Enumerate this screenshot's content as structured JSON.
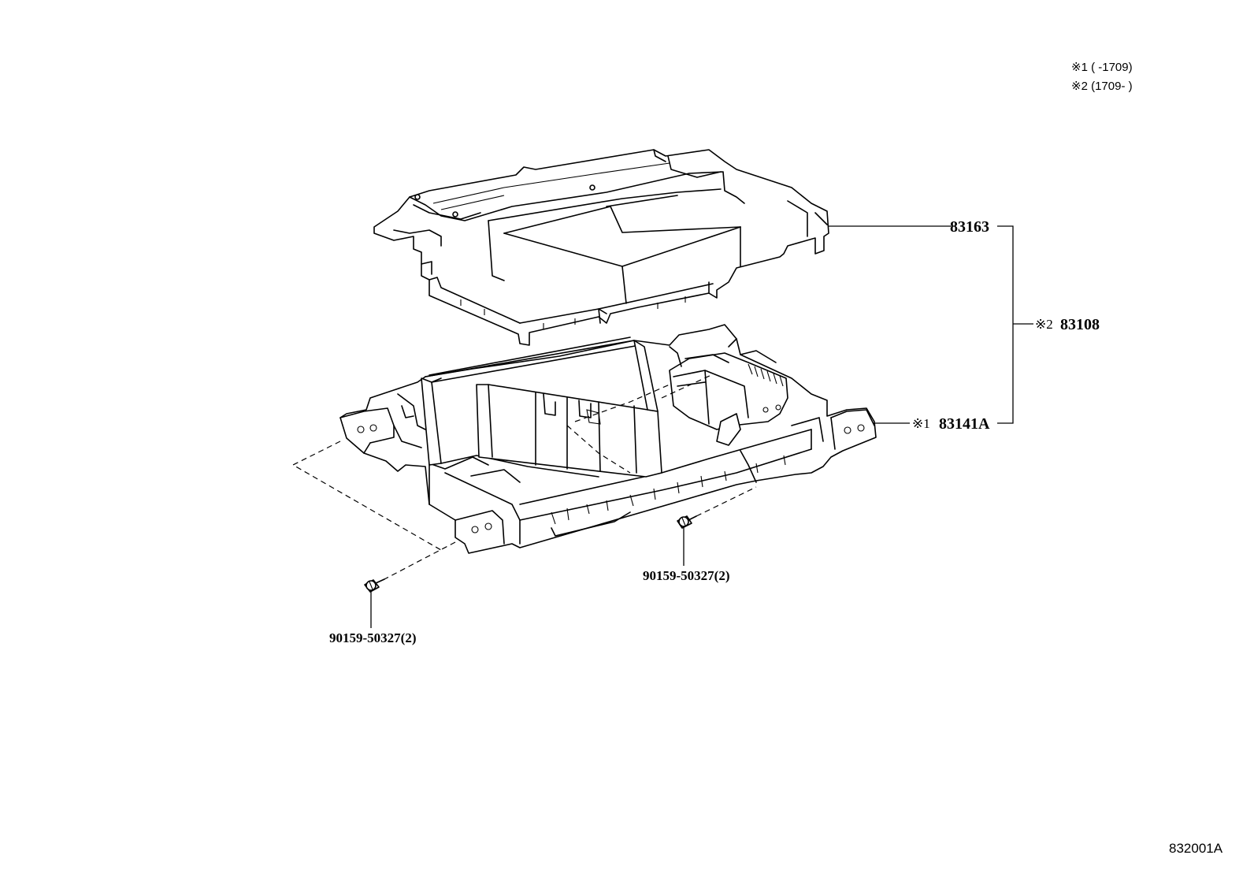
{
  "notes": {
    "note1": "※1 (      -1709)",
    "note2": "※2 (1709-      )"
  },
  "parts": {
    "cover": "83163",
    "assembly_mark": "※2",
    "assembly": "83108",
    "case_mark": "※1",
    "case": "83141A",
    "bolt_right": "90159-50327(2)",
    "bolt_left": "90159-50327(2)"
  },
  "diagram_code": "832001A"
}
